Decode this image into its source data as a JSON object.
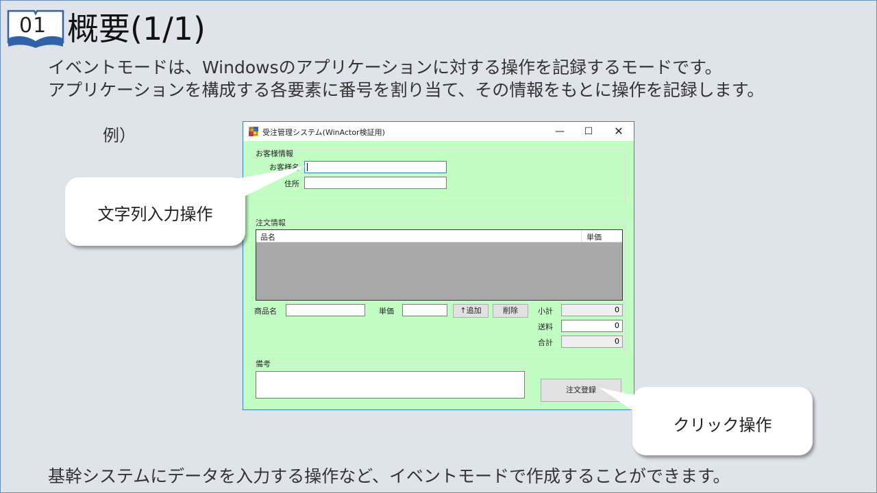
{
  "header": {
    "number": "01",
    "title": "概要(1/1)"
  },
  "intro": {
    "line1": "イベントモードは、Windowsのアプリケーションに対する操作を記録するモードです。",
    "line2": "アプリケーションを構成する各要素に番号を割り当て、その情報をもとに操作を記録します。"
  },
  "example_label": "例）",
  "window": {
    "title": "受注管理システム(WinActor検証用)",
    "controls": {
      "minimize": "—",
      "maximize": "☐",
      "close": "✕"
    },
    "customer_group": {
      "label": "お客様情報",
      "name_label": "お客様名",
      "name_value": "",
      "address_label": "住所",
      "address_value": ""
    },
    "order_group": {
      "label": "注文情報",
      "columns": [
        "品名",
        "単価"
      ],
      "product_label": "商品名",
      "product_value": "",
      "price_label": "単価",
      "price_value": "",
      "add_button": "↑追加",
      "delete_button": "削除",
      "subtotal_label": "小計",
      "subtotal_value": "0",
      "shipping_label": "送料",
      "shipping_value": "0",
      "total_label": "合計",
      "total_value": "0"
    },
    "notes_group": {
      "label": "備考",
      "value": ""
    },
    "register_button": "注文登録"
  },
  "callouts": {
    "text_input": "文字列入力操作",
    "click": "クリック操作"
  },
  "footer": "基幹システムにデータを入力する操作など、イベントモードで作成することができます。"
}
